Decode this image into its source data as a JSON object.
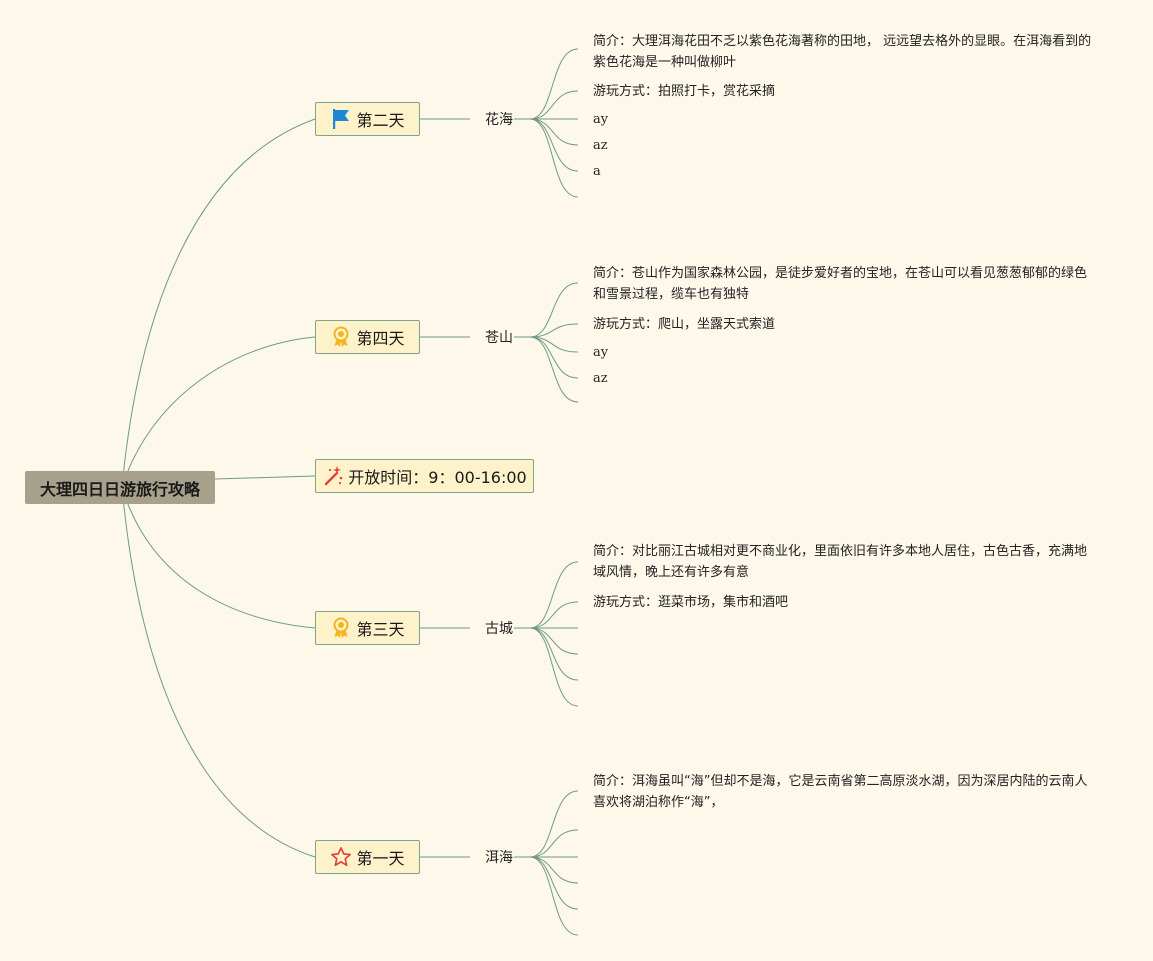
{
  "root": {
    "title": "大理四日日游旅行攻略"
  },
  "branches": [
    {
      "label": "第二天",
      "icon": "flag-icon",
      "sub": "花海",
      "leaves": [
        "简介：大理洱海花田不乏以紫色花海著称的田地， 远远望去格外的显眼。在洱海看到的紫色花海是一种叫做柳叶",
        "游玩方式：拍照打卡，赏花采摘",
        "ay",
        "az",
        "a",
        ""
      ]
    },
    {
      "label": "第四天",
      "icon": "medal-icon",
      "sub": "苍山",
      "leaves": [
        "简介：苍山作为国家森林公园，是徒步爱好者的宝地，在苍山可以看见葱葱郁郁的绿色和雪景过程，缆车也有独特",
        "游玩方式：爬山，坐露天式索道",
        "ay",
        "az",
        ""
      ]
    },
    {
      "label": "开放时间：9：00-16:00",
      "icon": "sparkle-wand-icon"
    },
    {
      "label": "第三天",
      "icon": "medal-icon",
      "sub": "古城",
      "leaves": [
        "简介：对比丽江古城相对更不商业化，里面依旧有许多本地人居住，古色古香，充满地域风情，晚上还有许多有意",
        "游玩方式：逛菜市场，集市和酒吧",
        "",
        "",
        "",
        ""
      ]
    },
    {
      "label": "第一天",
      "icon": "star-icon",
      "sub": "洱海",
      "leaves": [
        "简介：洱海虽叫“海”但却不是海，它是云南省第二高原淡水湖，因为深居内陆的云南人喜欢将湖泊称作“海”，",
        "",
        "",
        "",
        "",
        ""
      ]
    }
  ],
  "colors": {
    "background": "#fdf8ea",
    "root_fill": "#a7a18b",
    "branch_fill": "#fdf2c9",
    "branch_border": "#7ea48e",
    "link": "#6f9a86",
    "flag": "#1e88d8",
    "medal": "#f2b51d",
    "star": "#e0443a",
    "wand": "#e0443a"
  }
}
